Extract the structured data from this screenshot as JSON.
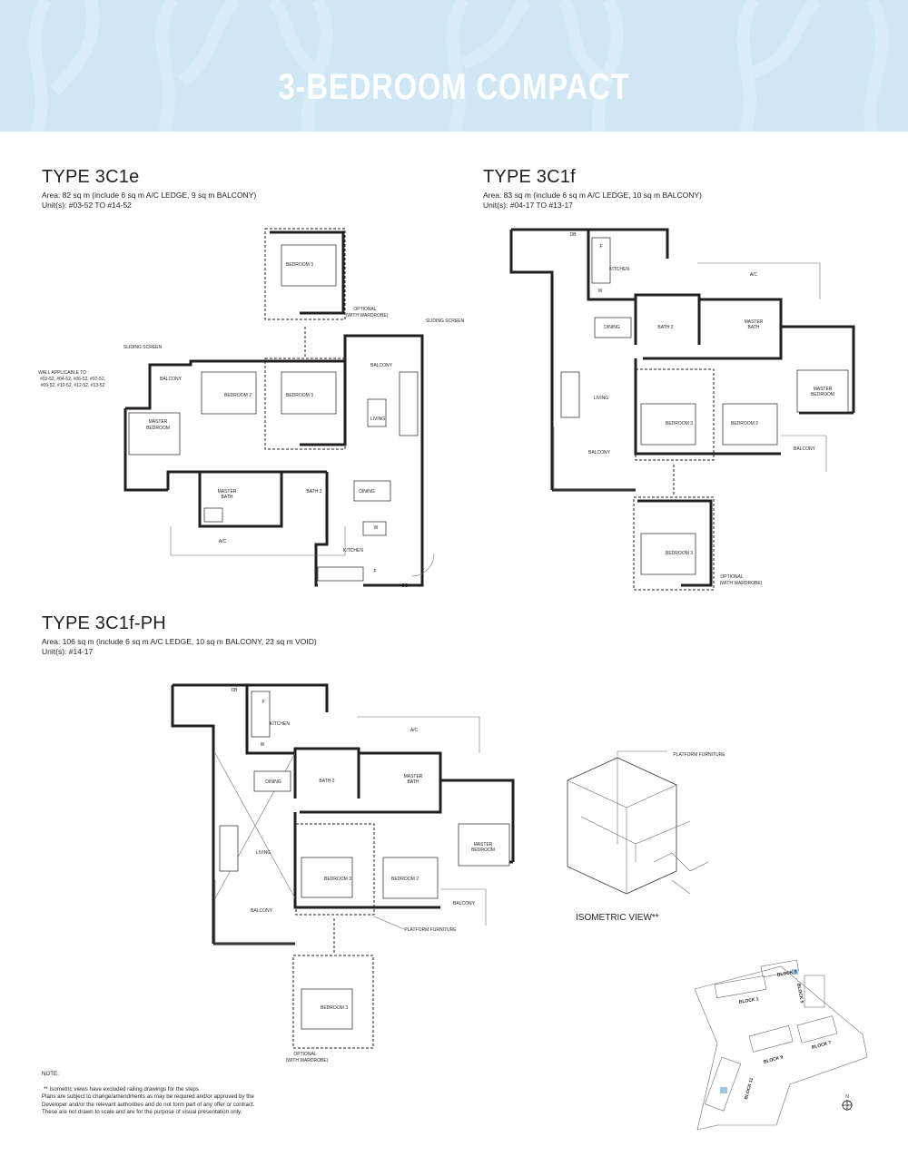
{
  "header": {
    "title": "3-BEDROOM COMPACT",
    "background_color": "#cfe7f4"
  },
  "types": [
    {
      "name": "TYPE 3C1e",
      "area": "Area: 82 sq m (include 6 sq m A/C LEDGE, 9 sq m BALCONY)",
      "units": "Unit(s): #03-52 TO #14-52",
      "labels": {
        "bedroom3_optional": "BEDROOM 3",
        "optional_1": "OPTIONAL",
        "optional_2": "(WITH WARDROBE)",
        "sliding_screen_right": "SLIDING SCREEN",
        "sliding_screen_left": "SLIDING SCREEN",
        "wall_note_1": "WALL APPLICABLE TO :",
        "wall_note_2": "#03-52, #04-52, #06-52, #07-52,",
        "wall_note_3": "#09-52, #10-52, #12-52, #13-52",
        "balcony_left": "BALCONY",
        "balcony_right": "BALCONY",
        "bedroom2": "BEDROOM 2",
        "bedroom3": "BEDROOM 3",
        "living": "LIVING",
        "master_bedroom_1": "MASTER",
        "master_bedroom_2": "BEDROOM",
        "master_bath_1": "MASTER",
        "master_bath_2": "BATH",
        "bath2": "BATH 2",
        "dining": "DINING",
        "ac": "A/C",
        "kitchen": "KITCHEN",
        "w": "W",
        "f": "F",
        "db": "DB"
      }
    },
    {
      "name": "TYPE 3C1f",
      "area": "Area: 83 sq m (include 6 sq m A/C LEDGE, 10 sq m BALCONY)",
      "units": "Unit(s): #04-17 TO #13-17",
      "labels": {
        "db": "DB",
        "f": "F",
        "kitchen": "KITCHEN",
        "w": "W",
        "ac": "A/C",
        "dining": "DINING",
        "bath2": "BATH 2",
        "master_bath_1": "MASTER",
        "master_bath_2": "BATH",
        "living": "LIVING",
        "bedroom3": "BEDROOM 3",
        "bedroom2": "BEDROOM 2",
        "master_bedroom_1": "MASTER",
        "master_bedroom_2": "BEDROOM",
        "balcony_left": "BALCONY",
        "balcony_right": "BALCONY",
        "bedroom3_optional": "BEDROOM 3",
        "optional_1": "OPTIONAL",
        "optional_2": "(WITH WARDROBE)"
      }
    },
    {
      "name": "TYPE 3C1f-PH",
      "area": "Area: 106 sq m (include 6 sq m A/C LEDGE, 10 sq m BALCONY, 23 sq m VOID)",
      "units": "Unit(s): #14-17",
      "labels": {
        "db": "DB",
        "f": "F",
        "kitchen": "KITCHEN",
        "w": "W",
        "ac": "A/C",
        "dining": "DINING",
        "bath2": "BATH 2",
        "master_bath_1": "MASTER",
        "master_bath_2": "BATH",
        "living": "LIVING",
        "bedroom3": "BEDROOM 3",
        "bedroom2": "BEDROOM 2",
        "master_bedroom_1": "MASTER",
        "master_bedroom_2": "BEDROOM",
        "balcony_left": "BALCONY",
        "balcony_right": "BALCONY",
        "platform_furniture": "PLATFORM FURNITURE",
        "bedroom3_optional": "BEDROOM 3",
        "optional_1": "OPTIONAL",
        "optional_2": "(WITH WARDROBE)"
      }
    }
  ],
  "isometric": {
    "title": "ISOMETRIC VIEW**",
    "platform_furniture": "PLATFORM FURNITURE"
  },
  "key_plan": {
    "blocks": [
      "BLOCK 1",
      "BLOCK 3",
      "BLOCK 5",
      "BLOCK 7",
      "BLOCK 9",
      "BLOCK 11"
    ],
    "north": "N",
    "highlight_color": "#9cc7e6"
  },
  "note": {
    "heading": "NOTE:",
    "lines": [
      "** Isometric views have excluded railing drawings for the steps",
      "Plans are subject to change/amendments as may be required and/or approved by the",
      "Developer and/or the relevant authorities and do not form part of any offer or contract.",
      "These are not drawn to scale and are for the purpose of visual presentation only."
    ]
  }
}
